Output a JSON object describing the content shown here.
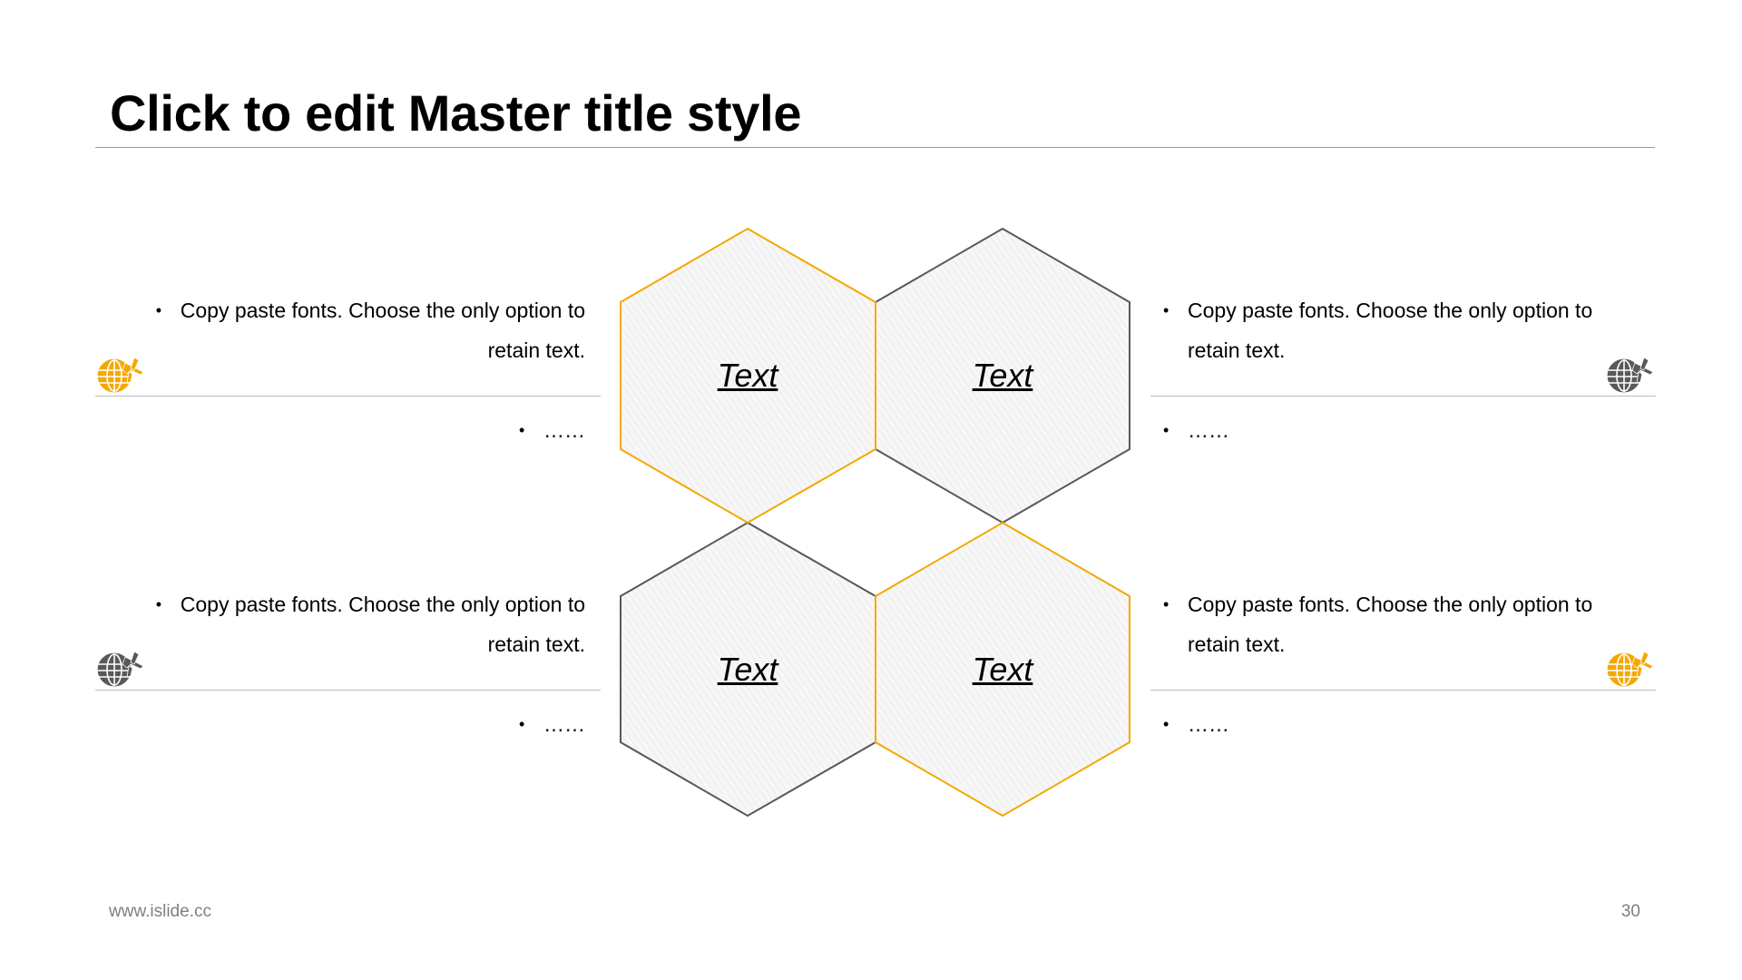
{
  "slide": {
    "title": "Click to edit Master title style",
    "footer_url": "www.islide.cc",
    "page_number": "30"
  },
  "colors": {
    "accent": "#F5A800",
    "dark": "#595959",
    "rule": "#BFBFBF"
  },
  "hexagons": [
    {
      "label": "Text",
      "color": "accent"
    },
    {
      "label": "Text",
      "color": "dark"
    },
    {
      "label": "Text",
      "color": "dark"
    },
    {
      "label": "Text",
      "color": "accent"
    }
  ],
  "blocks": [
    {
      "line1": "Copy paste fonts. Choose the only option to",
      "line2": "retain text.",
      "more": "……",
      "icon": "globe-plane-icon",
      "icon_color": "accent"
    },
    {
      "line1": "Copy paste fonts. Choose the only option to",
      "line2": "retain text.",
      "more": "……",
      "icon": "globe-plane-icon",
      "icon_color": "dark"
    },
    {
      "line1": "Copy paste fonts. Choose the only option to",
      "line2": "retain text.",
      "more": "……",
      "icon": "globe-plane-icon",
      "icon_color": "dark"
    },
    {
      "line1": "Copy paste fonts. Choose the only option to",
      "line2": "retain text.",
      "more": "……",
      "icon": "globe-plane-icon",
      "icon_color": "accent"
    }
  ],
  "bullet_char": "•"
}
